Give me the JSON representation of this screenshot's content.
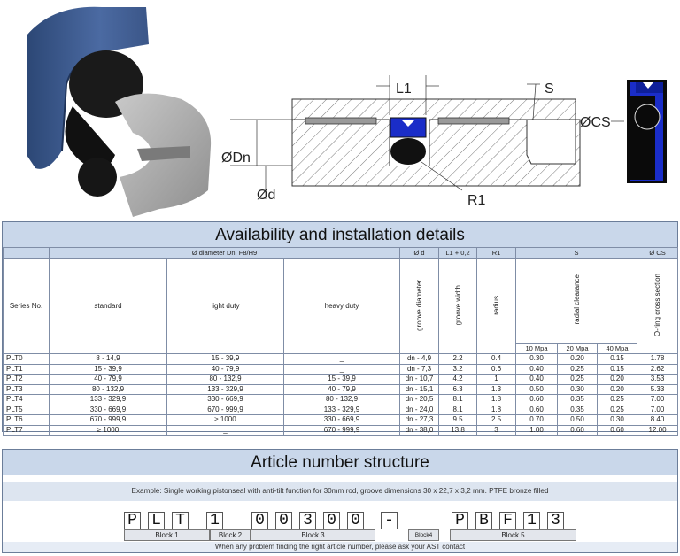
{
  "drawing": {
    "label_l1": "L1",
    "label_s": "S",
    "label_dn": "ØDn",
    "label_d": "Ød",
    "label_r1": "R1",
    "label_cs": "ØCS"
  },
  "availability": {
    "title": "Availability and installation details",
    "header_row1": {
      "diameter": "Ø diameter Dn, F8/H9",
      "d": "Ø d",
      "l1": "L1 + 0,2",
      "r1": "R1",
      "s": "S",
      "cs": "Ø CS"
    },
    "header_row2": {
      "series": "Series No.",
      "standard": "standard",
      "light": "light duty",
      "heavy": "heavy duty",
      "groove_diameter": "groove diameter",
      "groove_width": "groove width",
      "radius": "radius",
      "radial_clearance": "radial clearance",
      "oring": "O-ring cross section"
    },
    "pressures": [
      "10 Mpa",
      "20 Mpa",
      "40 Mpa"
    ],
    "rows": [
      {
        "series": "PLT0",
        "standard": "8 - 14,9",
        "light": "15 - 39,9",
        "heavy": "_",
        "d": "dn - 4,9",
        "l1": "2.2",
        "r1": "0.4",
        "s10": "0.30",
        "s20": "0.20",
        "s40": "0.15",
        "cs": "1.78"
      },
      {
        "series": "PLT1",
        "standard": "15 - 39,9",
        "light": "40 - 79,9",
        "heavy": "_",
        "d": "dn - 7,3",
        "l1": "3.2",
        "r1": "0.6",
        "s10": "0.40",
        "s20": "0.25",
        "s40": "0.15",
        "cs": "2.62"
      },
      {
        "series": "PLT2",
        "standard": "40 - 79,9",
        "light": "80 - 132,9",
        "heavy": "15 - 39,9",
        "d": "dn - 10,7",
        "l1": "4.2",
        "r1": "1",
        "s10": "0.40",
        "s20": "0.25",
        "s40": "0.20",
        "cs": "3.53"
      },
      {
        "series": "PLT3",
        "standard": "80 - 132,9",
        "light": "133 - 329,9",
        "heavy": "40 - 79,9",
        "d": "dn - 15,1",
        "l1": "6.3",
        "r1": "1.3",
        "s10": "0.50",
        "s20": "0.30",
        "s40": "0.20",
        "cs": "5.33"
      },
      {
        "series": "PLT4",
        "standard": "133 - 329,9",
        "light": "330 - 669,9",
        "heavy": "80 - 132,9",
        "d": "dn - 20,5",
        "l1": "8.1",
        "r1": "1.8",
        "s10": "0.60",
        "s20": "0.35",
        "s40": "0.25",
        "cs": "7.00"
      },
      {
        "series": "PLT5",
        "standard": "330 - 669,9",
        "light": "670 - 999,9",
        "heavy": "133 - 329,9",
        "d": "dn - 24,0",
        "l1": "8.1",
        "r1": "1.8",
        "s10": "0.60",
        "s20": "0.35",
        "s40": "0.25",
        "cs": "7.00"
      },
      {
        "series": "PLT6",
        "standard": "670 - 999,9",
        "light": "≥ 1000",
        "heavy": "330 - 669,9",
        "d": "dn - 27,3",
        "l1": "9.5",
        "r1": "2.5",
        "s10": "0.70",
        "s20": "0.50",
        "s40": "0.30",
        "cs": "8.40"
      },
      {
        "series": "PLT7",
        "standard": "≥ 1000",
        "light": "_",
        "heavy": "670 - 999,9",
        "d": "dn - 38,0",
        "l1": "13.8",
        "r1": "3",
        "s10": "1.00",
        "s20": "0.60",
        "s40": "0.60",
        "cs": "12.00"
      }
    ]
  },
  "article": {
    "title": "Article number structure",
    "example": "Example:   Single working pistonseal with anti-tilt function for 30mm rod, groove dimensions 30 x 22,7 x 3,2 mm. PTFE bronze filled",
    "chars": [
      "P",
      "L",
      "T",
      "1",
      "0",
      "0",
      "3",
      "0",
      "0",
      "-",
      "P",
      "B",
      "F",
      "1",
      "3"
    ],
    "blocks": [
      "Block 1",
      "Block 2",
      "Block 3",
      "Block4",
      "Block 5"
    ],
    "footer": "When any problem finding the right article number, please ask your AST contact"
  }
}
